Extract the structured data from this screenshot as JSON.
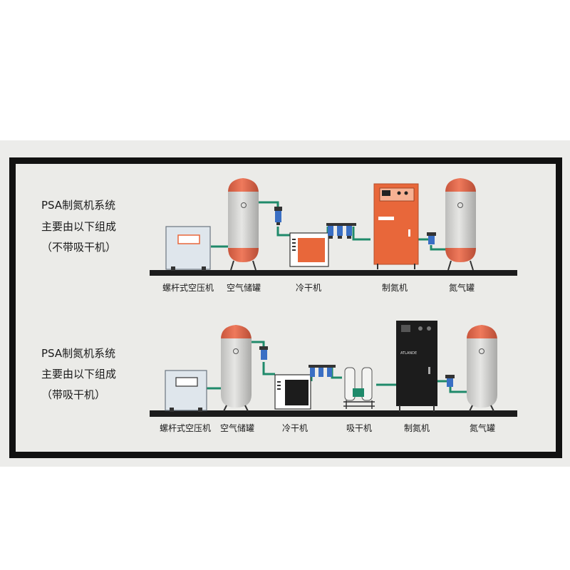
{
  "systems": [
    {
      "title_lines": [
        "PSA制氮机系统",
        "主要由以下组成",
        "（不带吸干机）"
      ],
      "labels": [
        "螺杆式空压机",
        "空气储罐",
        "冷干机",
        "制氮机",
        "氮气罐"
      ],
      "generator_color": "#e8673a"
    },
    {
      "title_lines": [
        "PSA制氮机系统",
        "主要由以下组成",
        "（带吸干机）"
      ],
      "labels": [
        "螺杆式空压机",
        "空气储罐",
        "冷干机",
        "吸干机",
        "制氮机",
        "氮气罐"
      ],
      "generator_color": "#1c1c1c"
    }
  ],
  "colors": {
    "pipe": "#1f8a6a",
    "tank_top": "#e2664a",
    "tank_body": "#d2d2d0",
    "compressor_body": "#dfe6ec",
    "dryer_accent": "#e8673a",
    "frame": "#111111"
  },
  "generator_brand": "ATLANDE"
}
